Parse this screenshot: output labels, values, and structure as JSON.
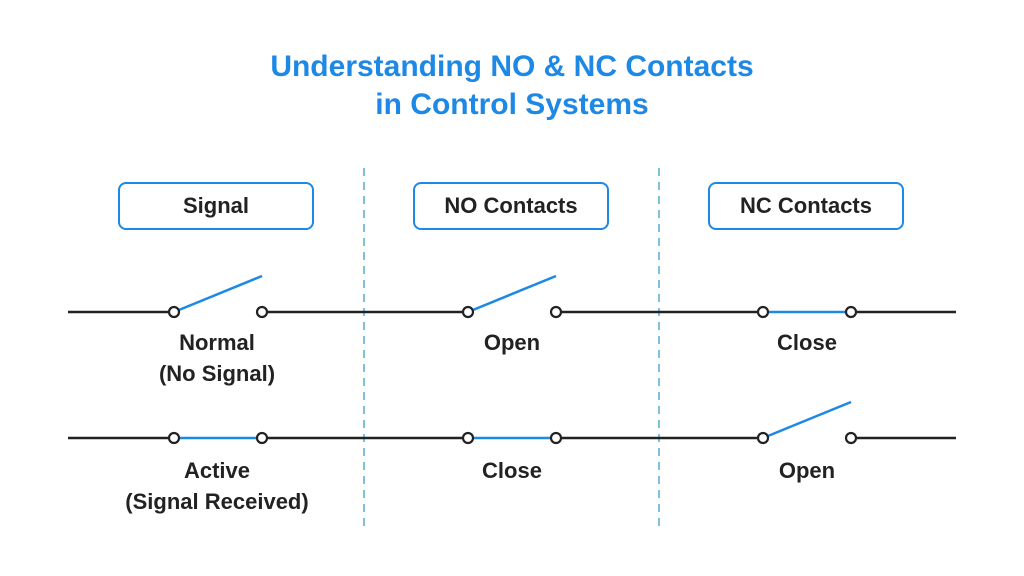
{
  "title": {
    "line1": "Understanding NO & NC Contacts",
    "line2": "in Control Systems"
  },
  "headers": {
    "signal": "Signal",
    "no_contacts": "NO Contacts",
    "nc_contacts": "NC Contacts"
  },
  "rows": [
    {
      "signal_label_line1": "Normal",
      "signal_label_line2": "(No Signal)",
      "signal_state": "open",
      "no_state": "open",
      "no_label": "Open",
      "nc_state": "closed",
      "nc_label": "Close"
    },
    {
      "signal_label_line1": "Active",
      "signal_label_line2": "(Signal Received)",
      "signal_state": "closed",
      "no_state": "closed",
      "no_label": "Close",
      "nc_state": "open",
      "nc_label": "Open"
    }
  ],
  "colors": {
    "accent": "#1e88e5",
    "line": "#222222",
    "divider": "#7fbfdf"
  }
}
